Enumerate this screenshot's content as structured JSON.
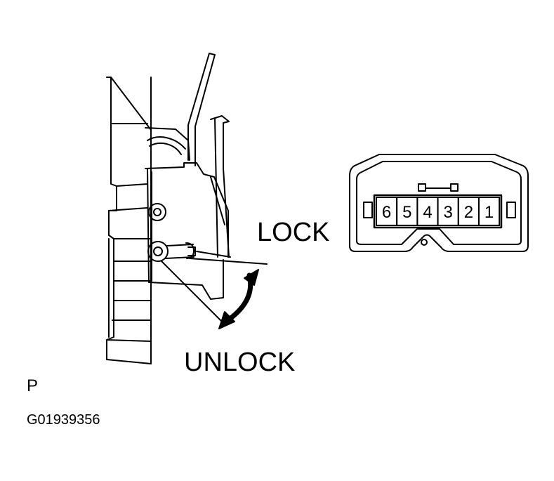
{
  "labels": {
    "lock": "LOCK",
    "unlock": "UNLOCK",
    "view": "P",
    "figure_code": "G01939356"
  },
  "connector": {
    "pins": [
      "6",
      "5",
      "4",
      "3",
      "2",
      "1"
    ]
  },
  "colors": {
    "ink": "#000000",
    "paper": "#ffffff"
  }
}
